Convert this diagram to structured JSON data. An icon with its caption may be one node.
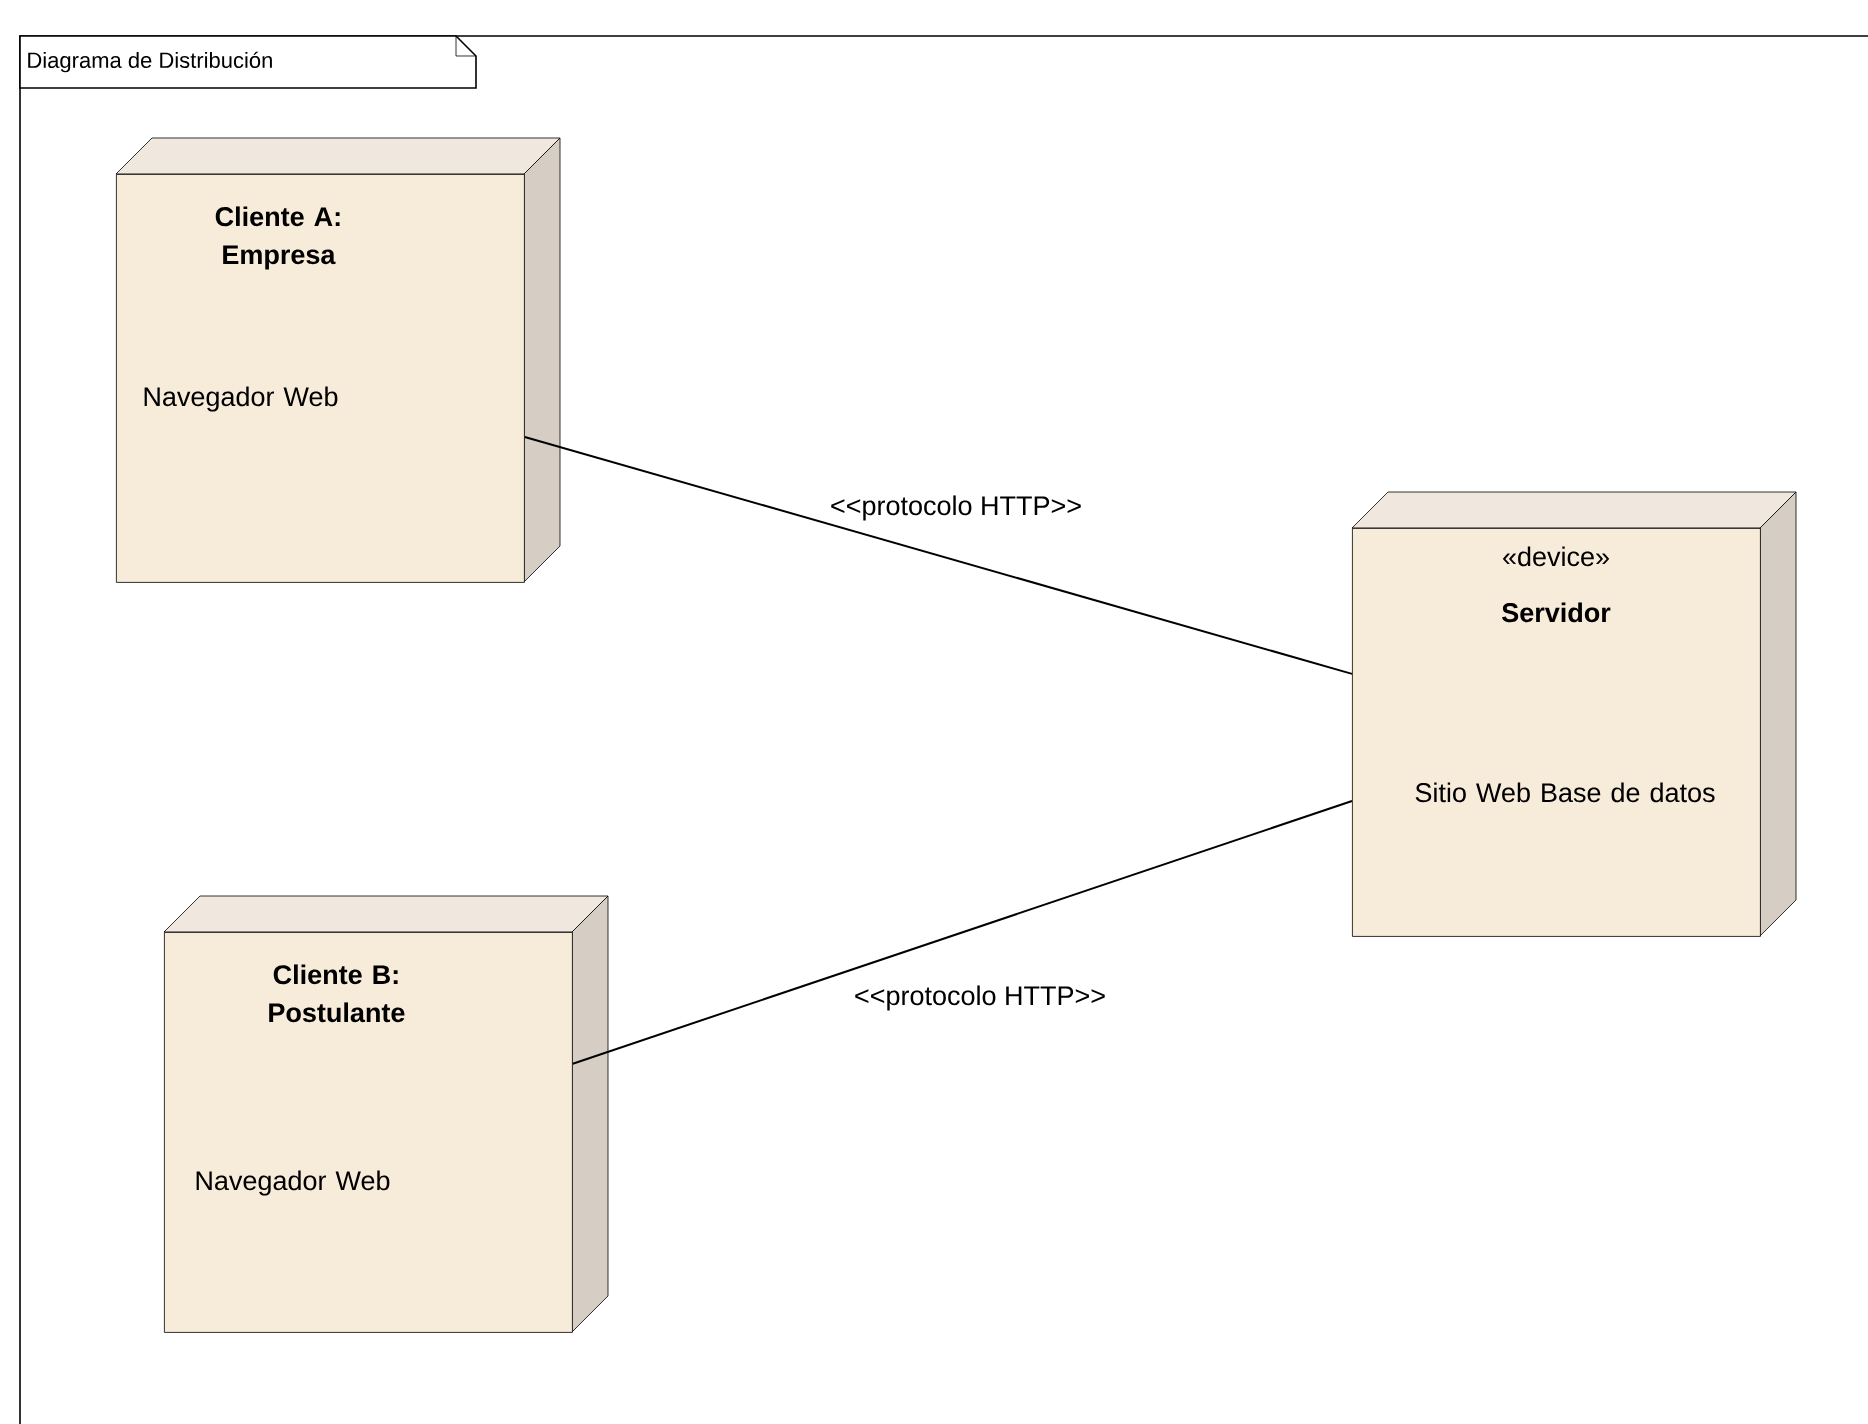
{
  "diagram": {
    "title": "Diagrama de Distribución",
    "nodes": [
      {
        "text": [
          "Cliente A: Empresa",
          "Navegador Web"
        ]
      },
      {
        "text": [
          "«device»",
          "Servidor",
          "Sitio Web Base de datos"
        ]
      },
      {
        "text": [
          "Cliente B: Postulante",
          "Navegador Web"
        ]
      }
    ],
    "edges": [
      {
        "from": 0,
        "to": 1,
        "arrow": "none",
        "label": "<<protocolo HTTP>>"
      },
      {
        "from": 2,
        "to": 1,
        "arrow": "none",
        "label": "<<protocolo HTTP>>"
      }
    ]
  }
}
